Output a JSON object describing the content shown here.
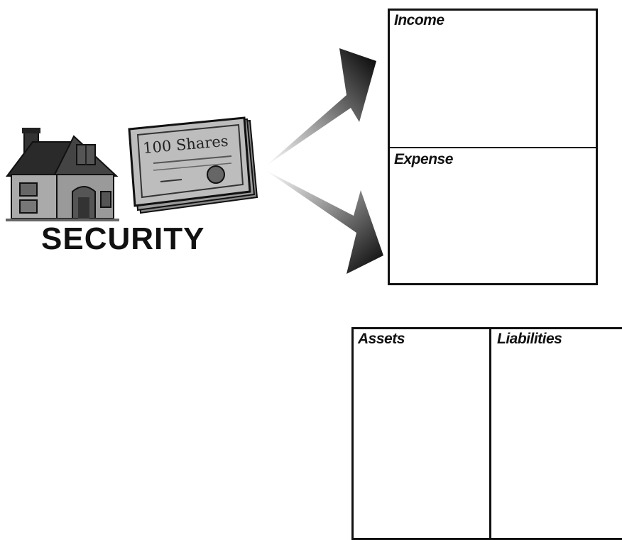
{
  "security": {
    "label": "SECURITY",
    "certificate_text": "100 Shares",
    "house_icon": "house-icon",
    "shares_icon": "share-certificate-icon"
  },
  "income_statement": {
    "income_label": "Income",
    "expense_label": "Expense"
  },
  "balance_sheet": {
    "assets_label": "Assets",
    "liabilities_label": "Liabilities"
  },
  "arrows": {
    "to_income": "arrow-up-right-icon",
    "to_expense": "arrow-down-right-icon"
  }
}
